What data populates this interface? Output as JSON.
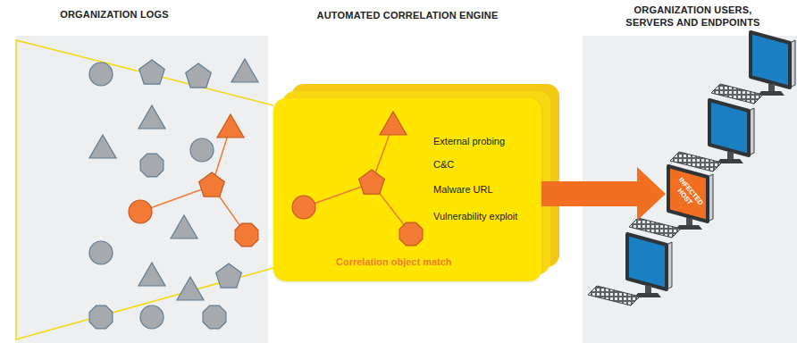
{
  "diagram": {
    "nodes": [
      {
        "text": [
          "ORGANIZATION LOGS"
        ]
      },
      {
        "text": [
          "AUTOMATED CORRELATION ENGINE",
          "External probing",
          "C&C",
          "Malware URL",
          "Vulnerability exploit",
          "Correlation object match"
        ]
      },
      {
        "text": [
          "ORGANIZATION USERS, SERVERS AND ENDPOINTS"
        ]
      },
      {
        "text": [
          "INFECTED HOST"
        ],
        "in": 2
      }
    ],
    "edges": [
      {
        "from": 1,
        "to": 3,
        "arrow": "to"
      }
    ]
  }
}
